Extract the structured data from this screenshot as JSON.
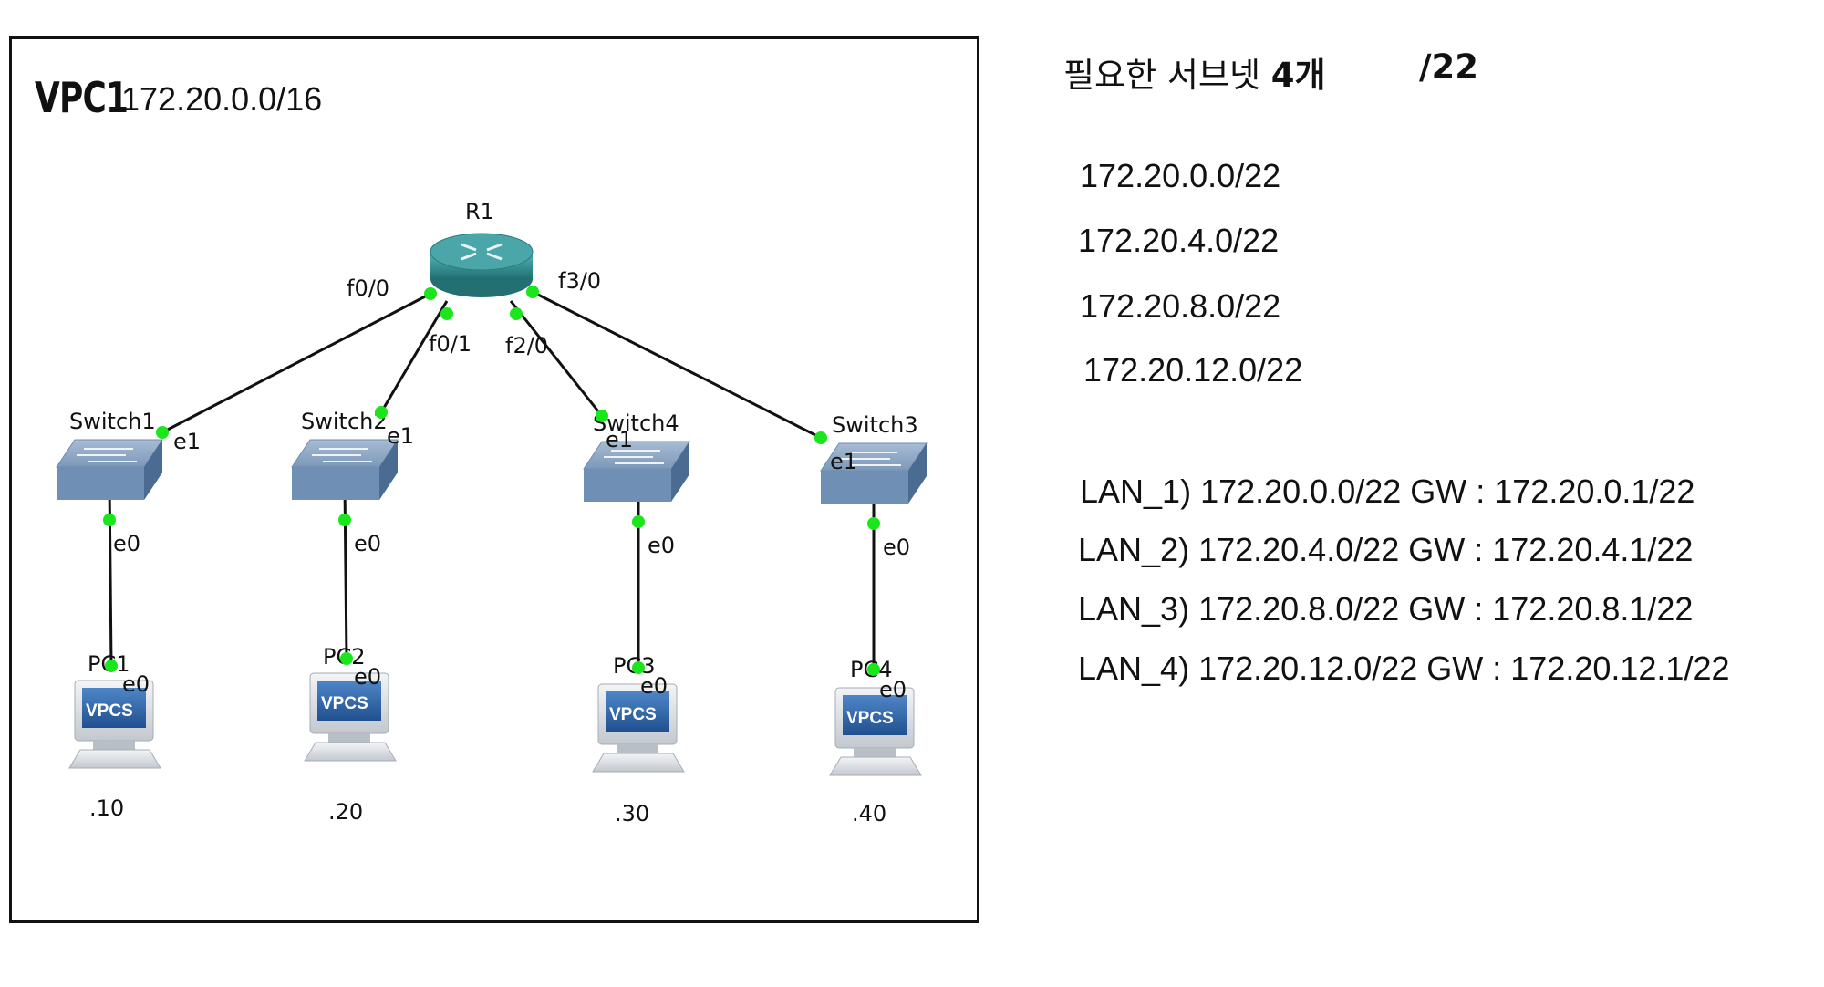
{
  "diagram": {
    "title": "VPC1",
    "cidr": "172.20.0.0/16",
    "router": {
      "name": "R1",
      "interfaces": [
        "f0/0",
        "f0/1",
        "f2/0",
        "f3/0"
      ]
    },
    "switches": [
      {
        "name": "Switch1",
        "uplink": "e1",
        "downlink": "e0"
      },
      {
        "name": "Switch2",
        "uplink": "e1",
        "downlink": "e0"
      },
      {
        "name": "Switch4",
        "uplink": "e1",
        "downlink": "e0"
      },
      {
        "name": "Switch3",
        "uplink": "e1",
        "downlink": "e0"
      }
    ],
    "pcs": [
      {
        "name": "PC1",
        "port": "e0",
        "badge": "VPCS",
        "host": ".10"
      },
      {
        "name": "PC2",
        "port": "e0",
        "badge": "VPCS",
        "host": ".20"
      },
      {
        "name": "PC3",
        "port": "e0",
        "badge": "VPCS",
        "host": ".30"
      },
      {
        "name": "PC4",
        "port": "e0",
        "badge": "VPCS",
        "host": ".40"
      }
    ],
    "colors": {
      "link": "#111111",
      "port_dot": "#1be51b",
      "router_body": "#2f8d8f",
      "router_top": "#4aa9ab",
      "switch_top": "#8fa9c6",
      "switch_side": "#5e7fa5",
      "pc_screen": "#2e63a8",
      "pc_body": "#d9dde2"
    }
  },
  "subnetting": {
    "heading": "필요한 서브넷",
    "count": "4개",
    "mask": "/22",
    "subnets": [
      "172.20.0.0/22",
      "172.20.4.0/22",
      "172.20.8.0/22",
      "172.20.12.0/22"
    ],
    "lans": [
      "LAN_1) 172.20.0.0/22  GW : 172.20.0.1/22",
      "LAN_2) 172.20.4.0/22  GW : 172.20.4.1/22",
      "LAN_3) 172.20.8.0/22  GW : 172.20.8.1/22",
      "LAN_4) 172.20.12.0/22 GW : 172.20.12.1/22"
    ]
  }
}
